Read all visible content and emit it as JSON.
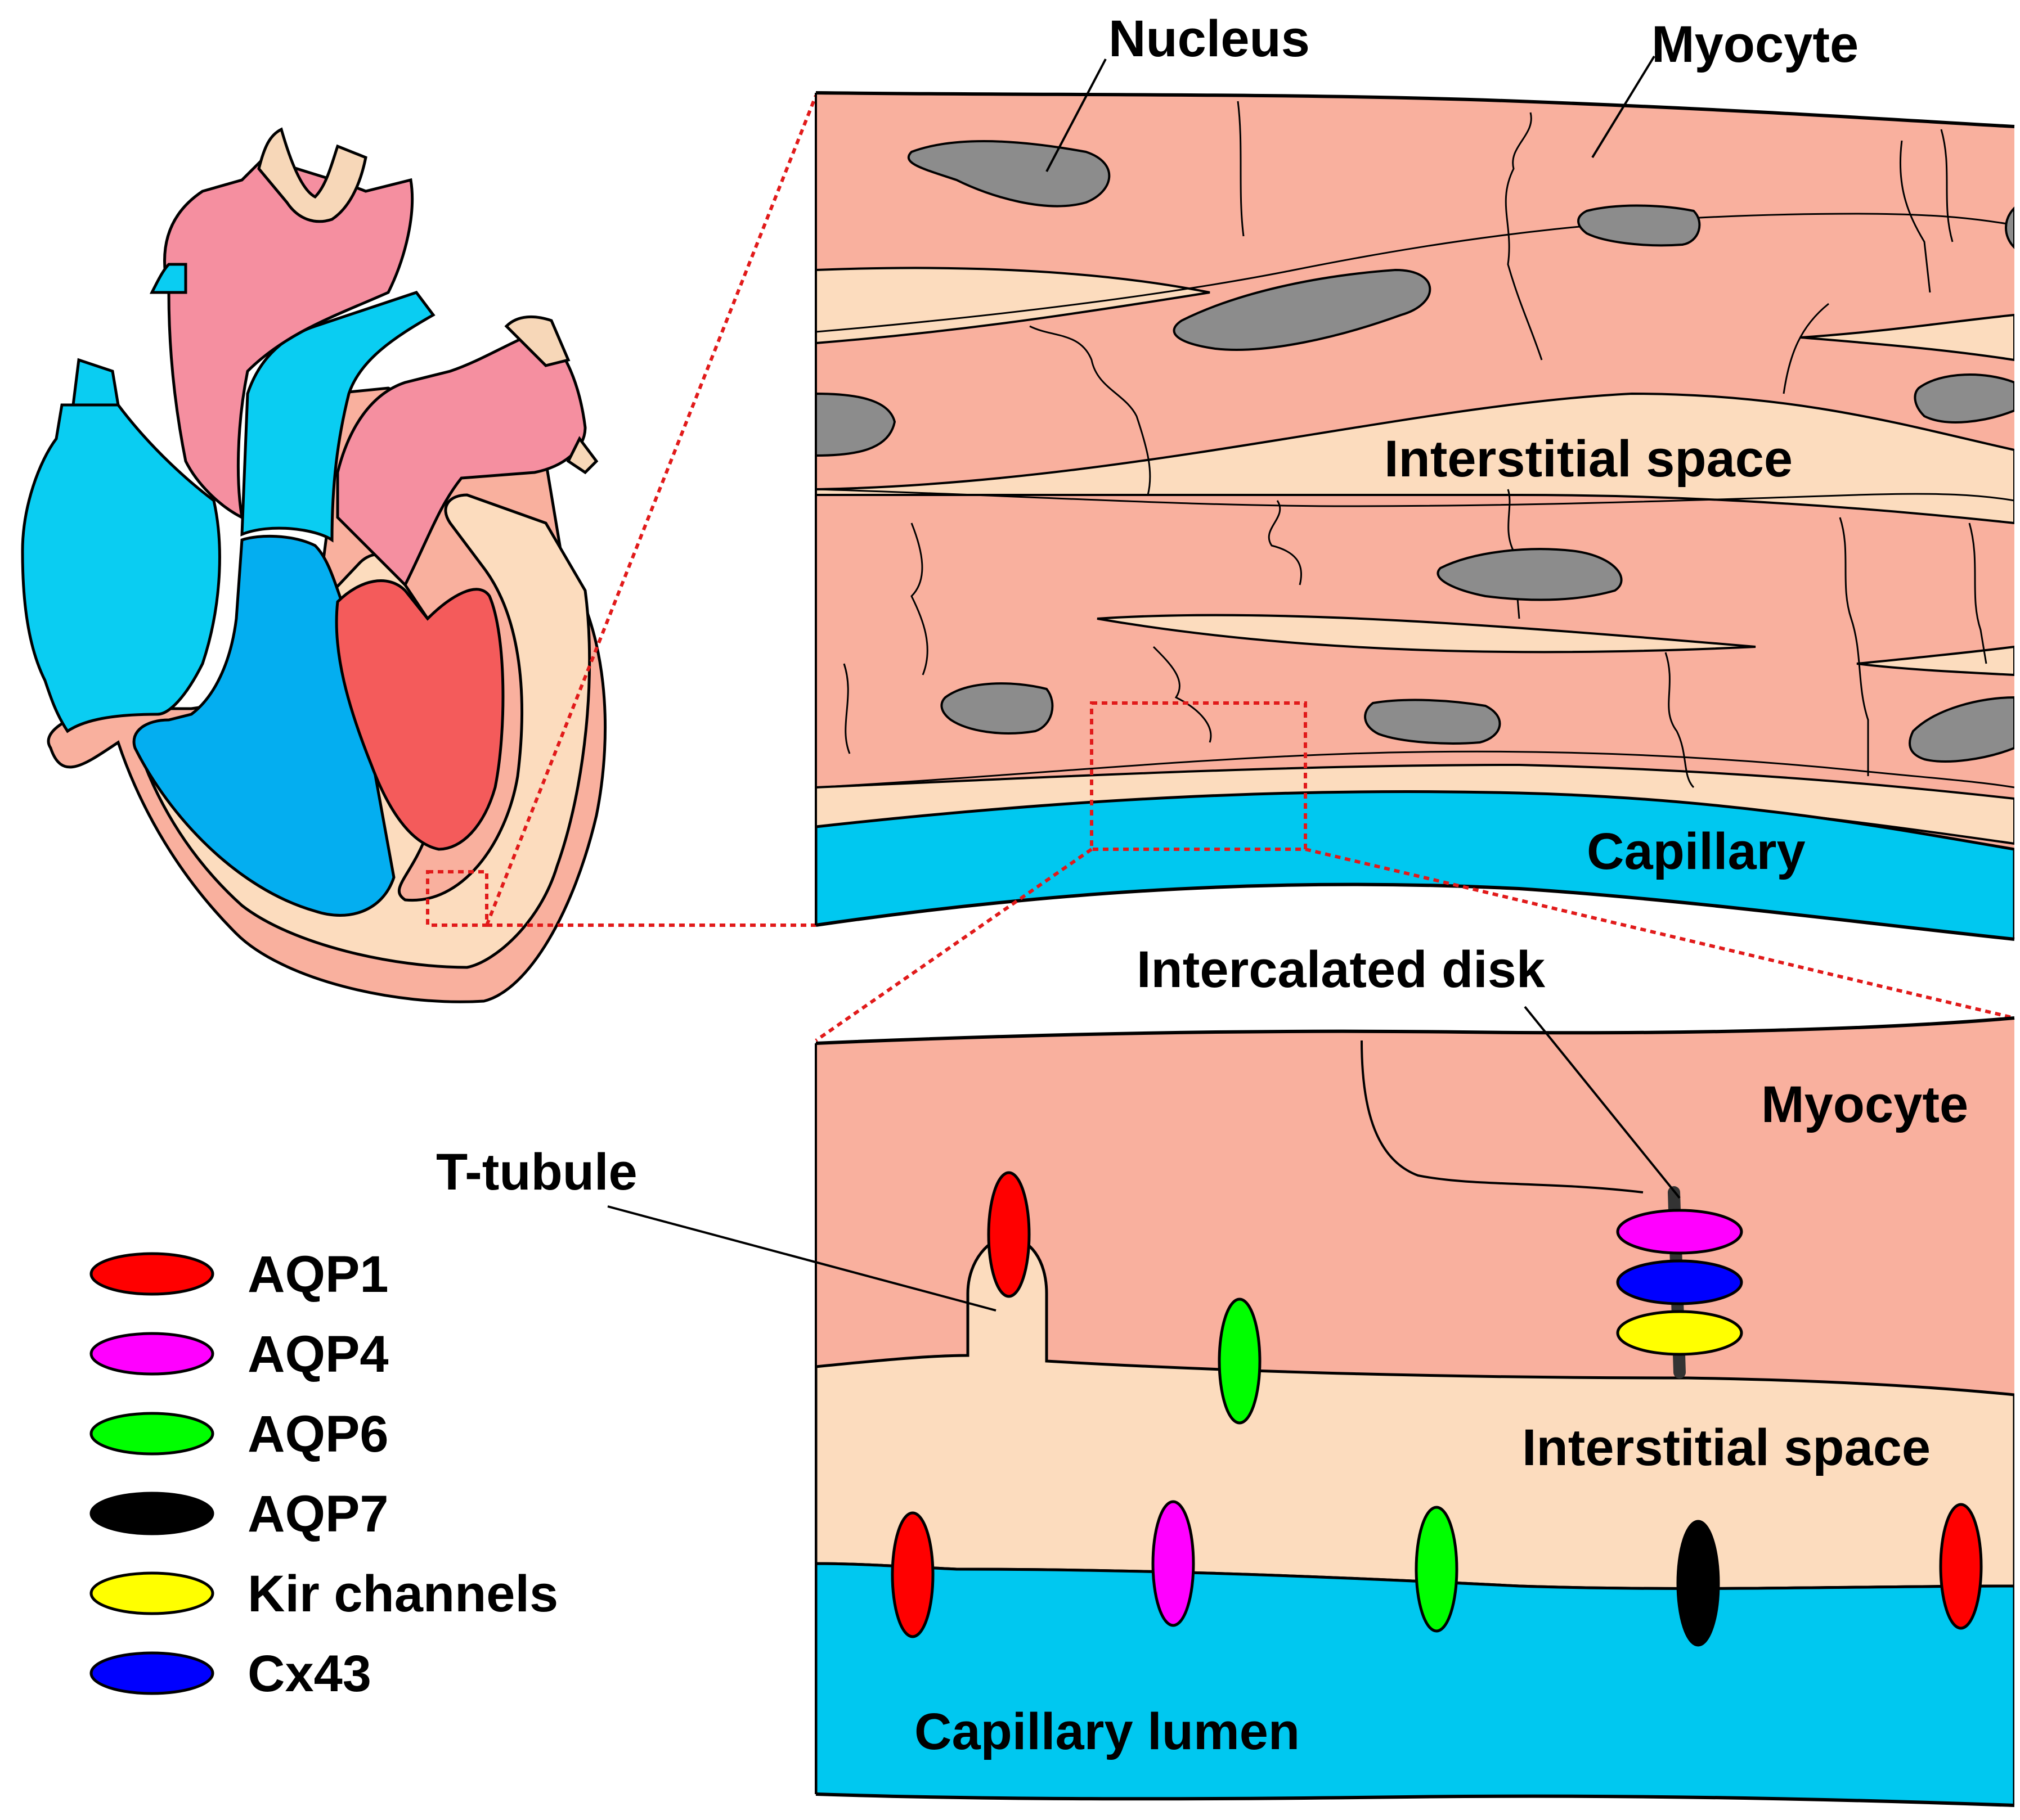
{
  "colors": {
    "myocyte": "#F9B09E",
    "interstitial": "#FCDCBE",
    "capillary": "#00C8F0",
    "nucleus": "#8C8C8C",
    "heart_outline": "#F7D7B8",
    "heart_pink": "#F58FA0",
    "heart_blue_light": "#0ACDF2",
    "heart_blue": "#04AEF0",
    "heart_red": "#F45B5B",
    "zoom_line": "#E11A1A"
  },
  "labels": {
    "nucleus": "Nucleus",
    "myocyte_top": "Myocyte",
    "interstitial_top": "Interstitial space",
    "capillary": "Capillary",
    "intercalated_disk": "Intercalated disk",
    "myocyte_bottom": "Myocyte",
    "t_tubule": "T-tubule",
    "interstitial_bottom": "Interstitial space",
    "capillary_lumen": "Capillary lumen"
  },
  "legend": [
    {
      "label": "AQP1",
      "color": "#FF0000"
    },
    {
      "label": "AQP4",
      "color": "#FF00FF"
    },
    {
      "label": "AQP6",
      "color": "#00FF00"
    },
    {
      "label": "AQP7",
      "color": "#000000"
    },
    {
      "label": "Kir channels",
      "color": "#FFFF00"
    },
    {
      "label": "Cx43",
      "color": "#0000FF"
    }
  ]
}
